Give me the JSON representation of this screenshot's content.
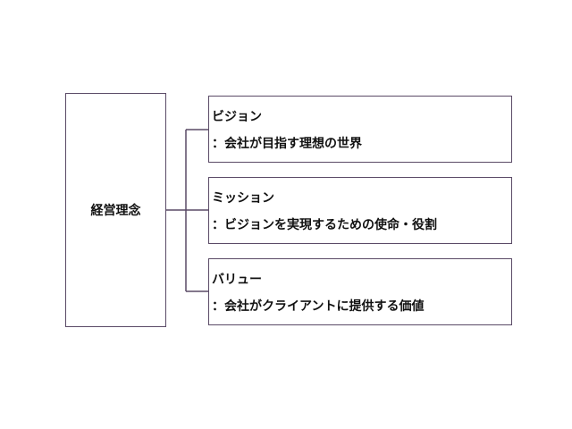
{
  "root": {
    "label": "経営理念"
  },
  "children": [
    {
      "title": "ビジョン",
      "desc": "：会社が目指す理想の世界"
    },
    {
      "title": "ミッション",
      "desc": "：ビジョンを実現するための使命・役割"
    },
    {
      "title": "バリュー",
      "desc": "：会社がクライアントに提供する価値"
    }
  ],
  "colors": {
    "line": "#5a4a66",
    "text": "#111111",
    "background": "#ffffff"
  }
}
